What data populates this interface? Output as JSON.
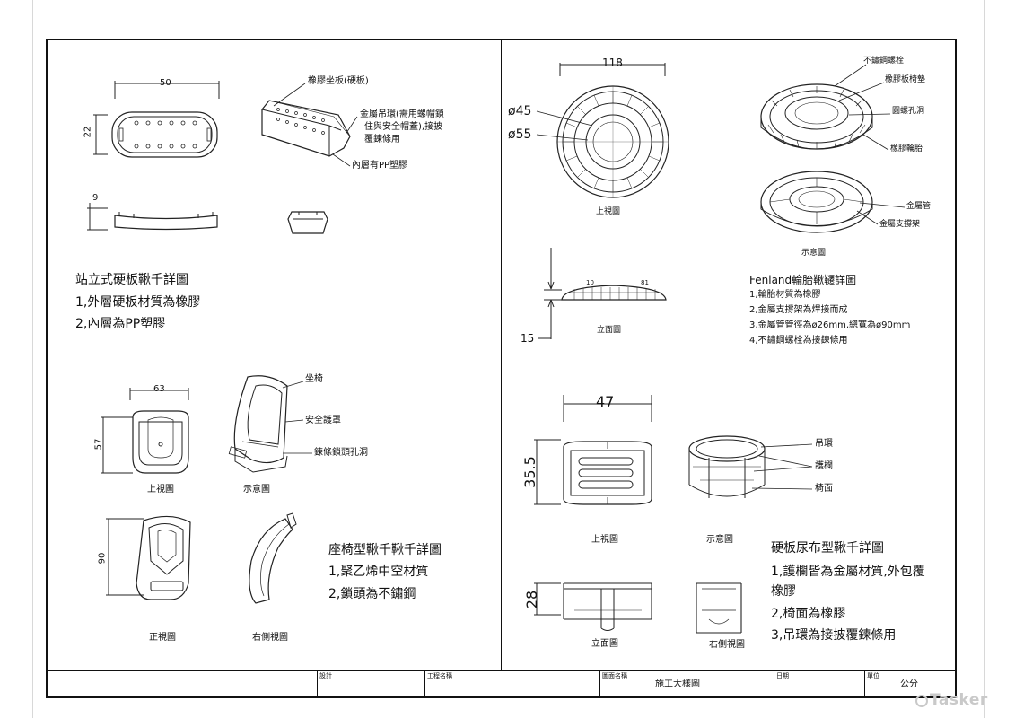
{
  "q1": {
    "dim_width": "50",
    "dim_height": "22",
    "dim_side": "9",
    "callout_rubber": "橡膠坐板(硬板)",
    "callout_ring_1": "金屬吊環(需用螺帽鎖",
    "callout_ring_2": "住與安全帽蓋),接披",
    "callout_ring_3": "覆鍊條用",
    "callout_pp": "內層有PP塑膠",
    "title": "站立式硬板鞦千詳圖",
    "note1": "1,外層硬板材質為橡膠",
    "note2": "2,內層為PP塑膠"
  },
  "q2": {
    "dim_width": "118",
    "dim_d45": "ø45",
    "dim_d55": "ø55",
    "dim_h": "15",
    "dim_small_a": "10",
    "dim_small_b": "81",
    "callout_bolt": "不鏽鋼螺栓",
    "callout_seat": "橡膠板椅墊",
    "callout_hole": "圓螺孔洞",
    "callout_tire": "橡膠輪胎",
    "callout_pipe": "金屬管",
    "callout_frame": "金屬支撐架",
    "label_top": "上視圖",
    "label_schematic": "示意圖",
    "label_elev": "立面圖",
    "title": "Fenland輪胎鞦韆詳圖",
    "note1": "1,輪胎材質為橡膠",
    "note2": "2,金屬支撐架為焊接而成",
    "note3": "3,金屬管管徑為ø26mm,總寬為ø90mm",
    "note4": "4,不鏽鋼螺栓為接鍊條用"
  },
  "q3": {
    "dim_width": "63",
    "dim_height": "57",
    "dim_front": "90",
    "callout_seat": "坐椅",
    "callout_guard": "安全護罩",
    "callout_lock": "鍊條鎖頭孔洞",
    "label_top": "上視圖",
    "label_schematic": "示意圖",
    "label_front": "正視圖",
    "label_right": "右側視圖",
    "title": "座椅型鞦千鞦千詳圖",
    "note1": "1,聚乙烯中空材質",
    "note2": "2,鎖頭為不鏽鋼"
  },
  "q4": {
    "dim_width": "47",
    "dim_height": "35.5",
    "dim_elev": "28",
    "callout_ring": "吊環",
    "callout_rail": "護欄",
    "callout_seat": "椅面",
    "label_top": "上視圖",
    "label_schematic": "示意圖",
    "label_elev": "立面圖",
    "label_right": "右側視圖",
    "title": "硬板尿布型鞦千詳圖",
    "note1a": "1,護欄皆為金屬材質,外包覆",
    "note1b": "橡膠",
    "note2": "2,椅面為橡膠",
    "note3": "3,吊環為接披覆鍊條用"
  },
  "titleblock": {
    "design_label": "設計",
    "project_label": "工程名稱",
    "drawing_label": "圖面名稱",
    "drawing_value": "施工大樣圖",
    "date_label": "日期",
    "unit_label": "單位",
    "unit_value": "公分"
  },
  "watermark": "Tasker"
}
